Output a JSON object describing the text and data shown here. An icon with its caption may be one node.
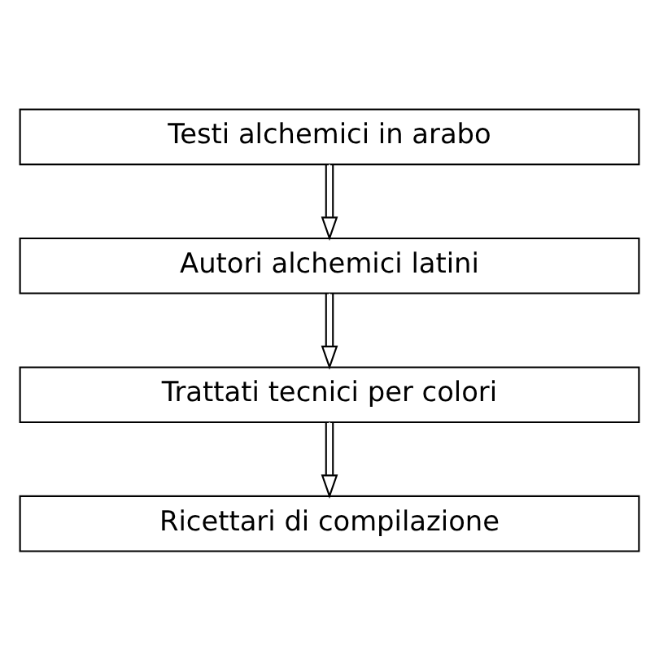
{
  "diagram": {
    "nodes": [
      {
        "text": [
          "Testi alchemici in arabo"
        ]
      },
      {
        "text": [
          "Autori alchemici latini"
        ]
      },
      {
        "text": [
          "Trattati tecnici per colori"
        ]
      },
      {
        "text": [
          "Ricettari di compilazione"
        ]
      }
    ],
    "edges": [
      {
        "from": 0,
        "to": 1,
        "arrow": "to"
      },
      {
        "from": 1,
        "to": 2,
        "arrow": "to"
      },
      {
        "from": 2,
        "to": 3,
        "arrow": "to"
      }
    ]
  }
}
